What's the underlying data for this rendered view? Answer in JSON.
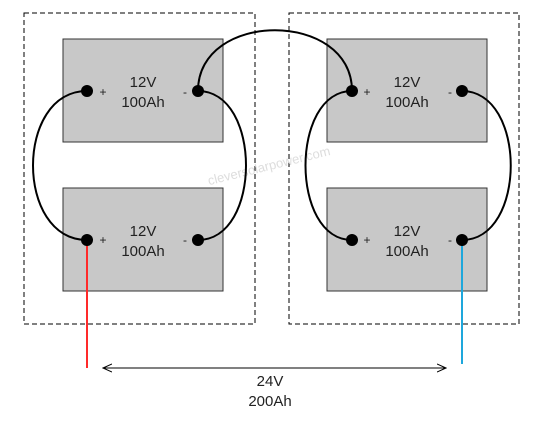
{
  "colors": {
    "battery_fill": "#c8c8c8",
    "wire": "#000000",
    "positive_lead": "#ff2a2a",
    "negative_lead": "#1ea7dc",
    "group_border": "#000000"
  },
  "batteries": [
    {
      "voltage": "12V",
      "capacity": "100Ah",
      "positive": "+",
      "negative": "-"
    },
    {
      "voltage": "12V",
      "capacity": "100Ah",
      "positive": "+",
      "negative": "-"
    },
    {
      "voltage": "12V",
      "capacity": "100Ah",
      "positive": "+",
      "negative": "-"
    },
    {
      "voltage": "12V",
      "capacity": "100Ah",
      "positive": "+",
      "negative": "-"
    }
  ],
  "total": {
    "voltage": "24V",
    "capacity": "200Ah"
  },
  "watermark": "cleversolarpower.com"
}
